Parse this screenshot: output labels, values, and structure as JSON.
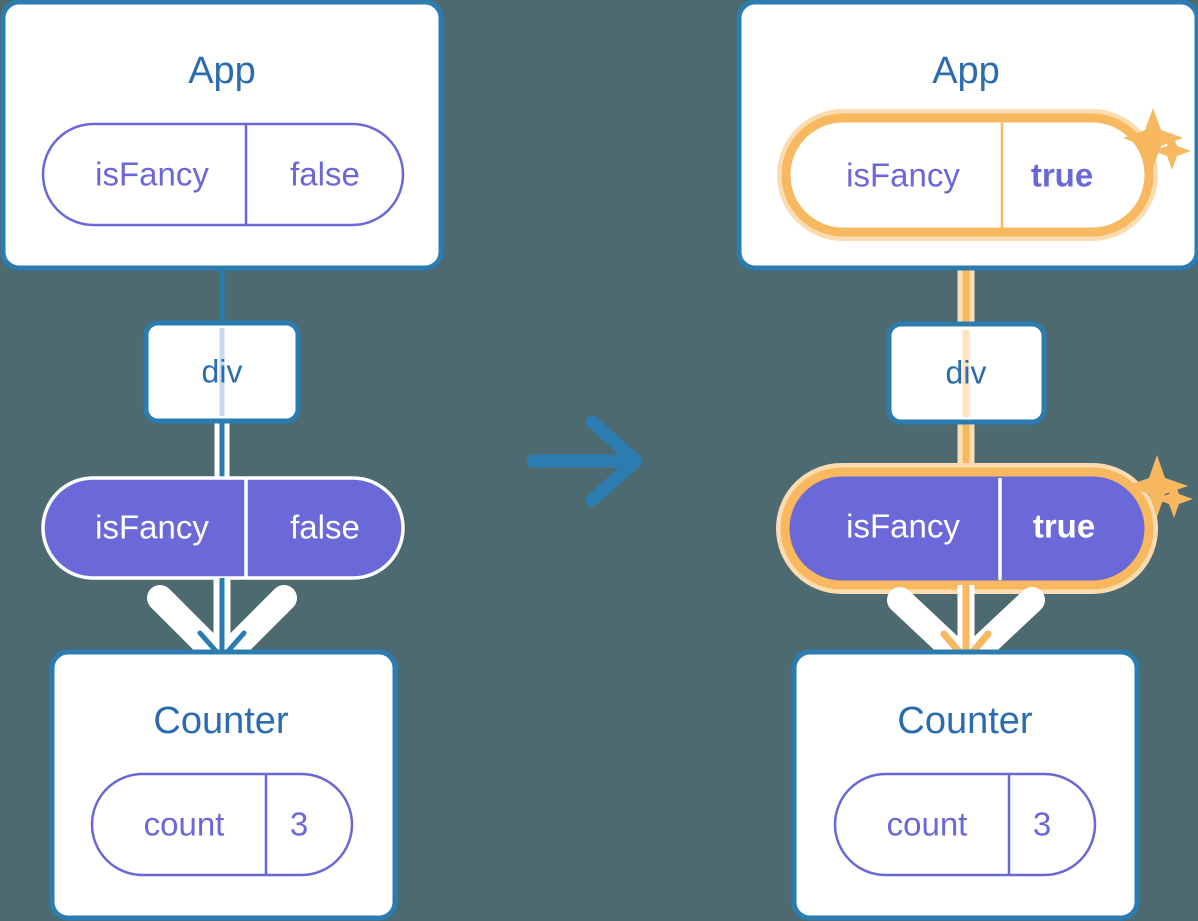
{
  "meta": {
    "kind": "react-state-propagation-diagram",
    "background_color": "#4d6a70"
  },
  "colors": {
    "box_border_blue": "#2b7cb0",
    "title_blue": "#2b6cb0",
    "pill_text_purple": "#6a68d8",
    "pill_fill_purple": "#6b68d8",
    "highlight_orange": "#f8b85f",
    "highlight_glow": "#fbdcb0",
    "white": "#ffffff",
    "connector_blue": "#2b7cb0",
    "connector_light_blue": "#c6d9ef",
    "connector_light_orange": "#fcdfb6"
  },
  "transition_arrow": {
    "icon": "arrow-right-icon",
    "color": "#2b7cb0"
  },
  "panels": [
    {
      "id": "before",
      "app": {
        "title": "App",
        "state_pill": {
          "key": "isFancy",
          "value": "false",
          "highlighted": false,
          "value_bold": false,
          "style": "outline"
        }
      },
      "dom_node": {
        "label": "div"
      },
      "prop_pill": {
        "key": "isFancy",
        "value": "false",
        "highlighted": false,
        "value_bold": false,
        "style": "filled"
      },
      "child": {
        "title": "Counter",
        "state_pill": {
          "key": "count",
          "value": "3",
          "highlighted": false,
          "value_bold": false,
          "style": "outline"
        }
      },
      "sparkles": []
    },
    {
      "id": "after",
      "app": {
        "title": "App",
        "state_pill": {
          "key": "isFancy",
          "value": "true",
          "highlighted": true,
          "value_bold": true,
          "style": "outline"
        }
      },
      "dom_node": {
        "label": "div"
      },
      "prop_pill": {
        "key": "isFancy",
        "value": "true",
        "highlighted": true,
        "value_bold": true,
        "style": "filled"
      },
      "child": {
        "title": "Counter",
        "state_pill": {
          "key": "count",
          "value": "3",
          "highlighted": false,
          "value_bold": false,
          "style": "outline"
        }
      },
      "sparkles": [
        {
          "name": "sparkle-large-top",
          "size": "large"
        },
        {
          "name": "sparkle-small-top",
          "size": "small"
        },
        {
          "name": "sparkle-large-mid",
          "size": "large"
        },
        {
          "name": "sparkle-small-mid",
          "size": "small"
        }
      ]
    }
  ]
}
